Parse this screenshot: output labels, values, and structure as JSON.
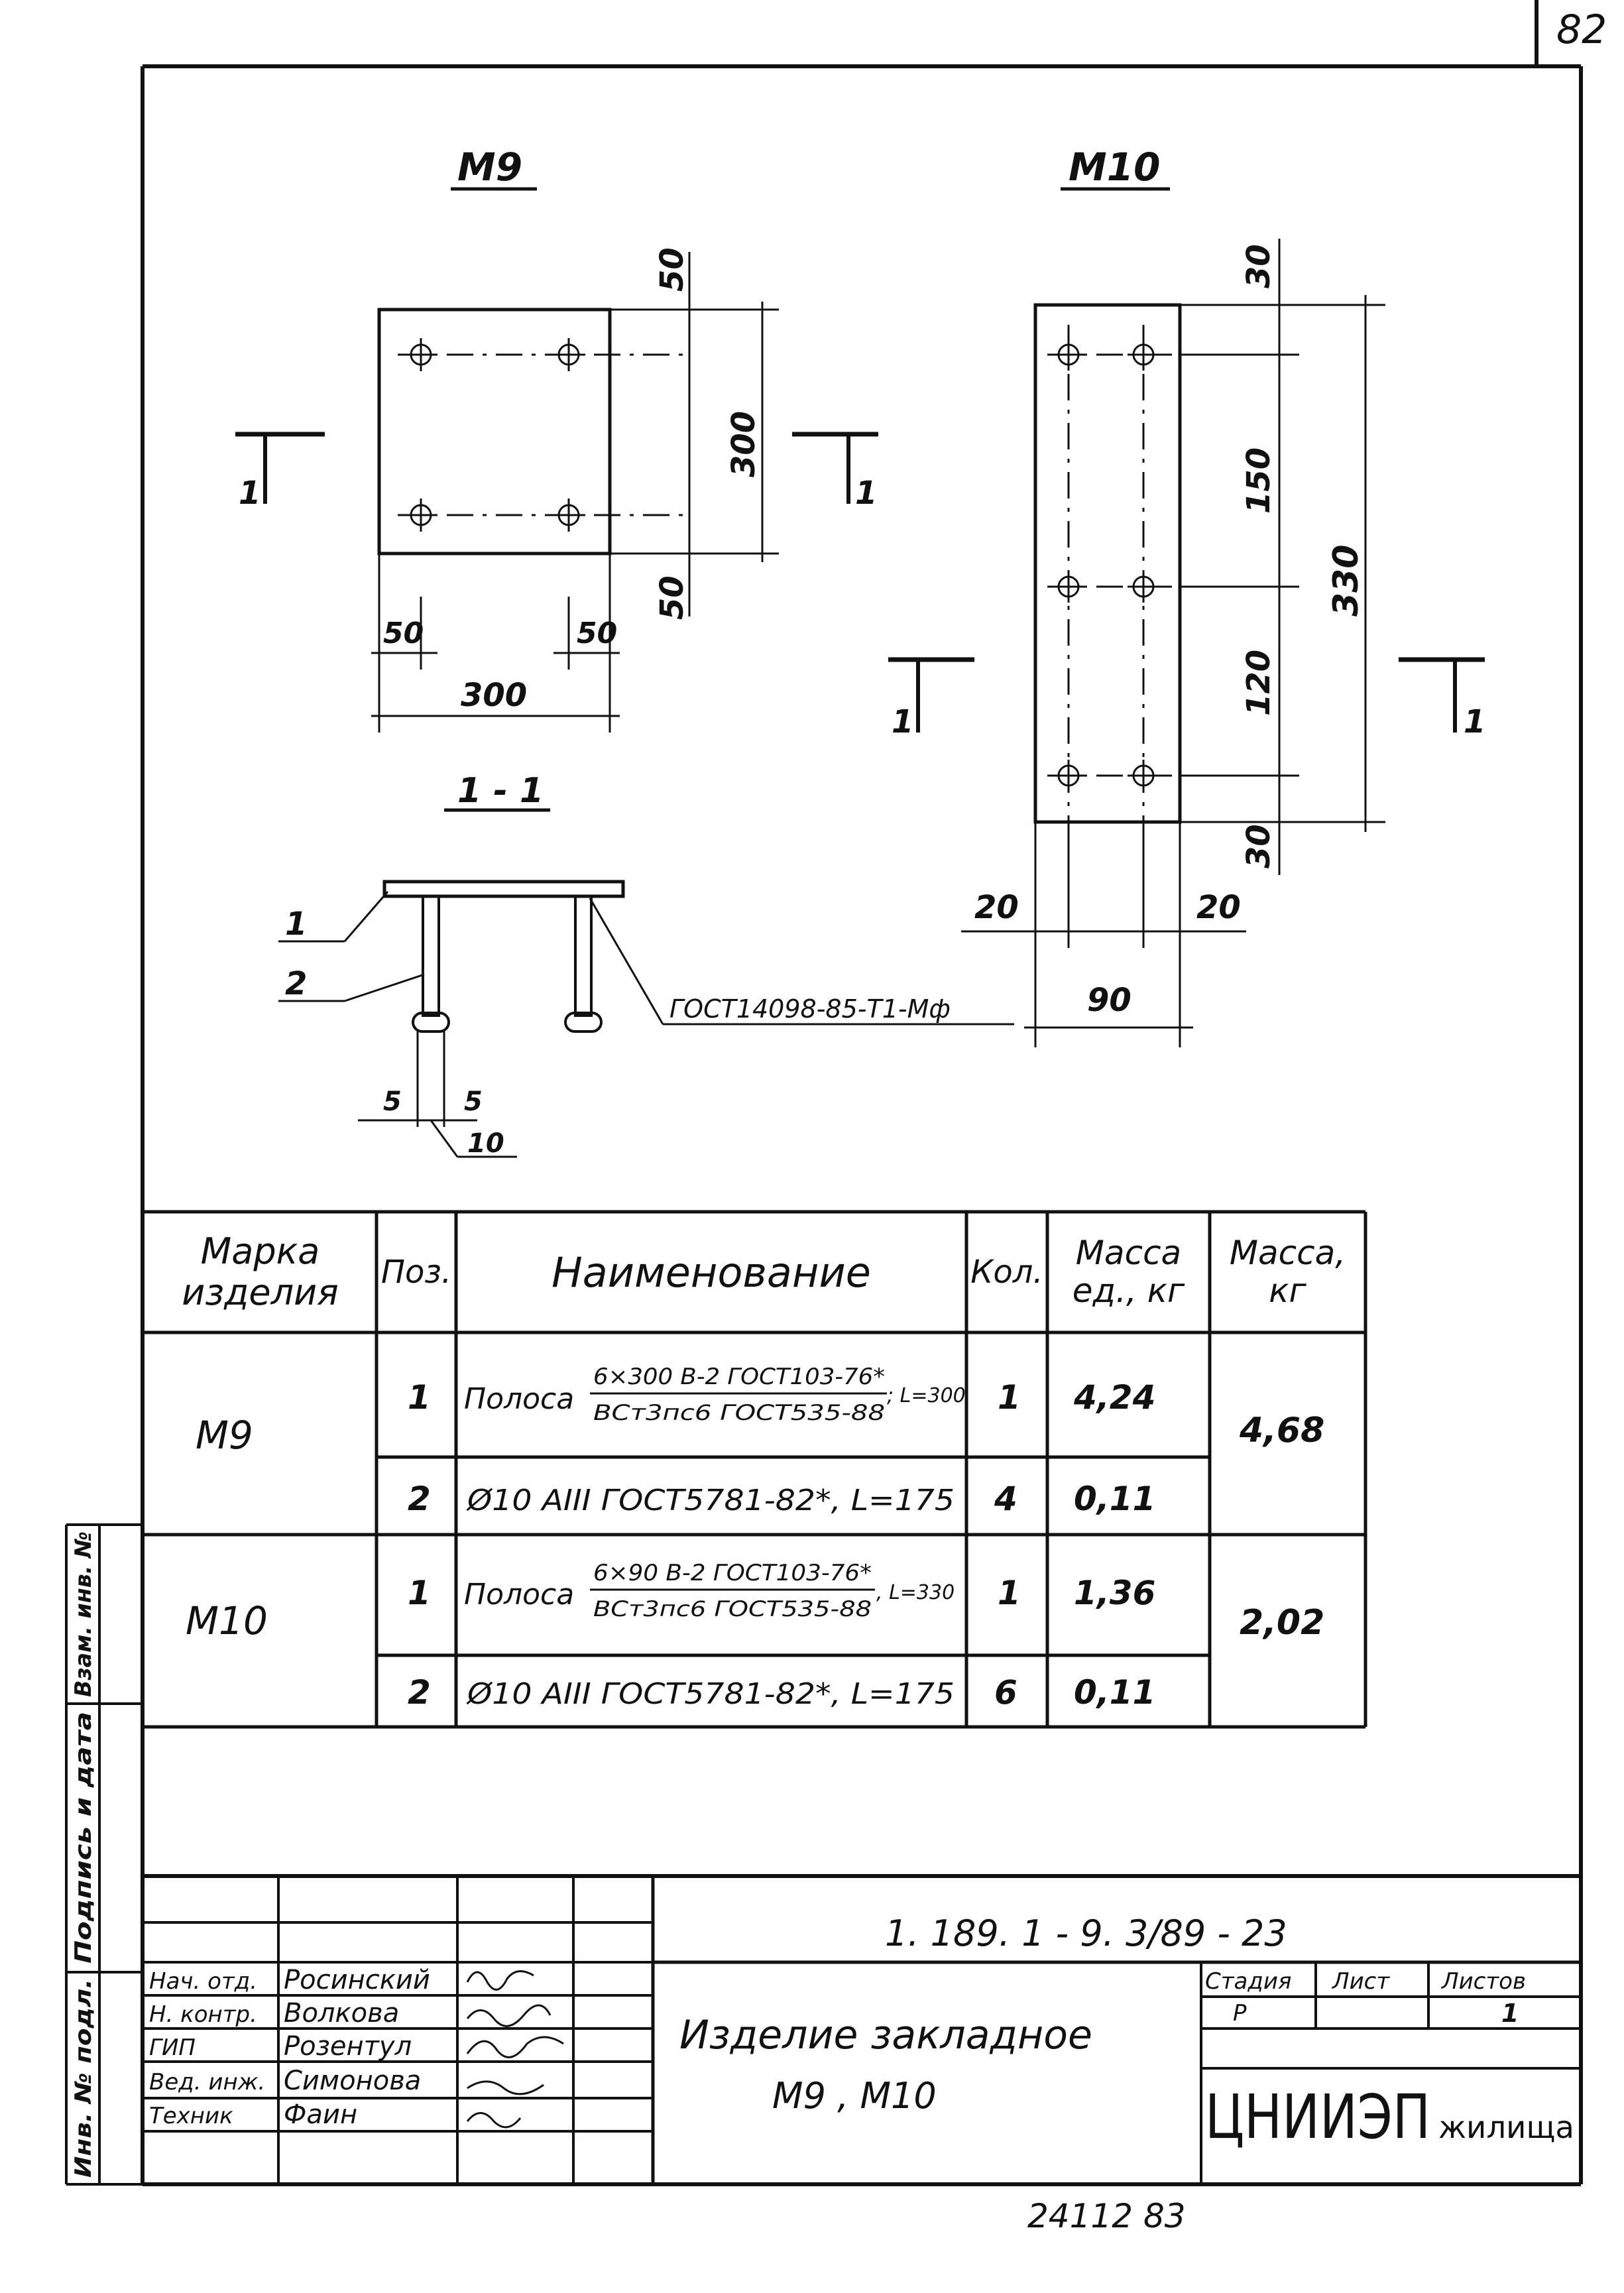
{
  "sheet_number": "82",
  "footer_number": "24112  83",
  "drawing": {
    "m9": {
      "title": "M9",
      "dim_top": "50",
      "dim_height": "300",
      "dim_bottom": "50",
      "dim_left_offset": "50",
      "dim_right_offset": "50",
      "dim_width": "300",
      "section_left": "1",
      "section_right": "1"
    },
    "m10": {
      "title": "M10",
      "dim_top": "30",
      "dim_upper": "150",
      "dim_lower": "120",
      "dim_bottom": "30",
      "dim_total": "330",
      "dim_left": "20",
      "dim_right": "20",
      "dim_width": "90",
      "section_left": "1",
      "section_right": "1"
    },
    "section": {
      "title": "1 - 1",
      "pos1": "1",
      "pos2": "2",
      "weld_note": "ГОСТ14098-85-Т1-Мф",
      "dim_a": "5",
      "dim_b": "5",
      "dim_c": "10"
    }
  },
  "spec_table": {
    "headers": {
      "mark": "Марка изделия",
      "pos": "Поз.",
      "name": "Наименование",
      "qty": "Кол.",
      "unit_mass": "Масса ед., кг",
      "mass": "Масса, кг"
    },
    "m9": {
      "mark": "M9",
      "total_mass": "4,68",
      "row1": {
        "pos": "1",
        "name_pre": "Полоса",
        "num": "6×300 В-2 ГОСТ103-76*",
        "den": "ВСт3пс6 ГОСТ535-88",
        "len": "; L=300",
        "qty": "1",
        "unit_mass": "4,24"
      },
      "row2": {
        "pos": "2",
        "name": "Ø10 АIII ГОСТ5781-82*, L=175",
        "qty": "4",
        "unit_mass": "0,11"
      }
    },
    "m10": {
      "mark": "M10",
      "total_mass": "2,02",
      "row1": {
        "pos": "1",
        "name_pre": "Полоса",
        "num": "6×90 В-2 ГОСТ103-76*",
        "den": "ВСт3пс6 ГОСТ535-88",
        "len": ", L=330",
        "qty": "1",
        "unit_mass": "1,36"
      },
      "row2": {
        "pos": "2",
        "name": "Ø10 АIII ГОСТ5781-82*, L=175",
        "qty": "6",
        "unit_mass": "0,11"
      }
    }
  },
  "side_stamp": {
    "inv": "Инв. № подл.",
    "signature_date": "Подпись и дата",
    "replaced": "Взам. инв. №"
  },
  "title_block": {
    "code": "1. 189. 1 - 9. 3/89 - 23",
    "name_line1": "Изделие закладное",
    "name_line2": "M9 , M10",
    "stage_label": "Стадия",
    "sheet_label": "Лист",
    "sheets_label": "Листов",
    "stage": "Р",
    "sheet": "",
    "sheets": "1",
    "org_main": "ЦНИИЭП",
    "org_sub": "жилища",
    "people": [
      {
        "role": "Нач. отд.",
        "name": "Росинский"
      },
      {
        "role": "Н. контр.",
        "name": "Волкова"
      },
      {
        "role": "ГИП",
        "name": "Розентул"
      },
      {
        "role": "Вед. инж.",
        "name": "Симонова"
      },
      {
        "role": "Техник",
        "name": "Фаин"
      }
    ]
  }
}
